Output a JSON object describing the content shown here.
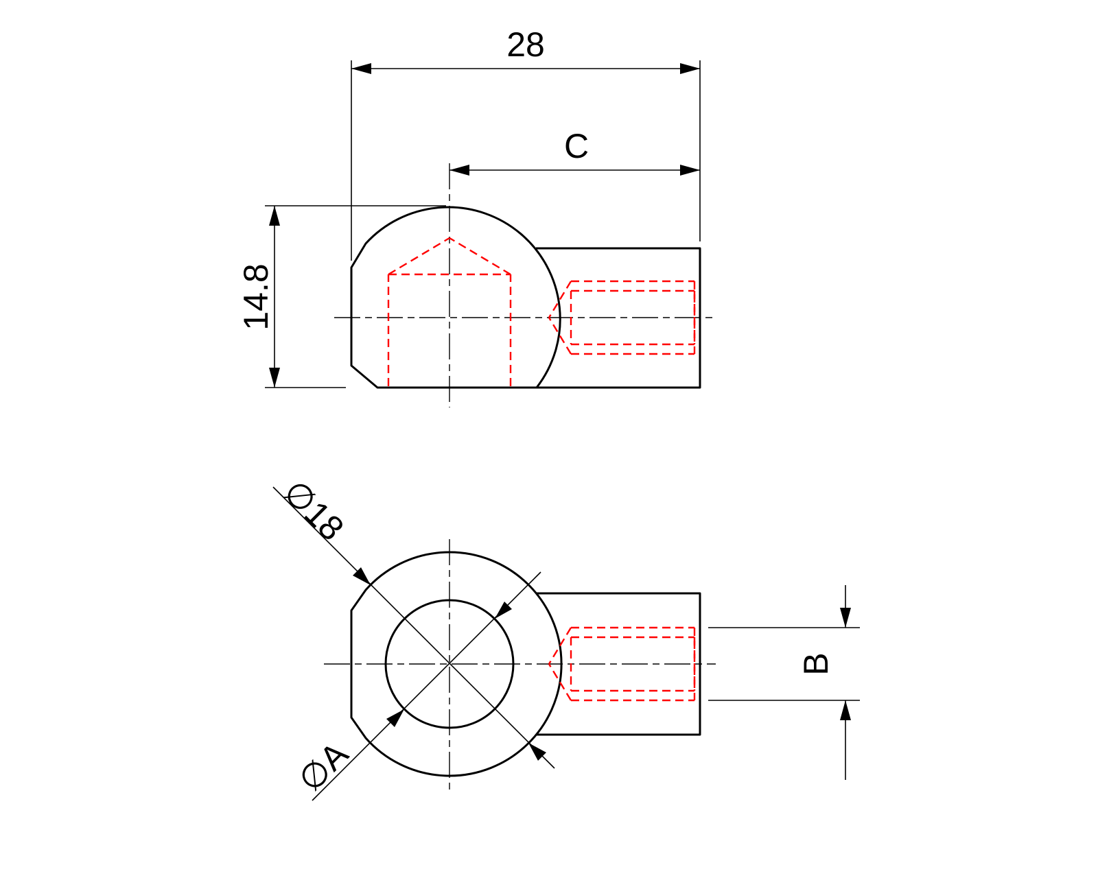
{
  "drawing": {
    "colors": {
      "outline": "#000000",
      "hidden_detail": "#ff0000",
      "background": "#ffffff"
    },
    "labels": {
      "side_view": {
        "overall_width": "28",
        "center_to_end": "C",
        "body_height": "14.8"
      },
      "front_view": {
        "outer_diameter": "∅18",
        "bore_diameter": "∅A",
        "thread_size": "B"
      }
    }
  }
}
